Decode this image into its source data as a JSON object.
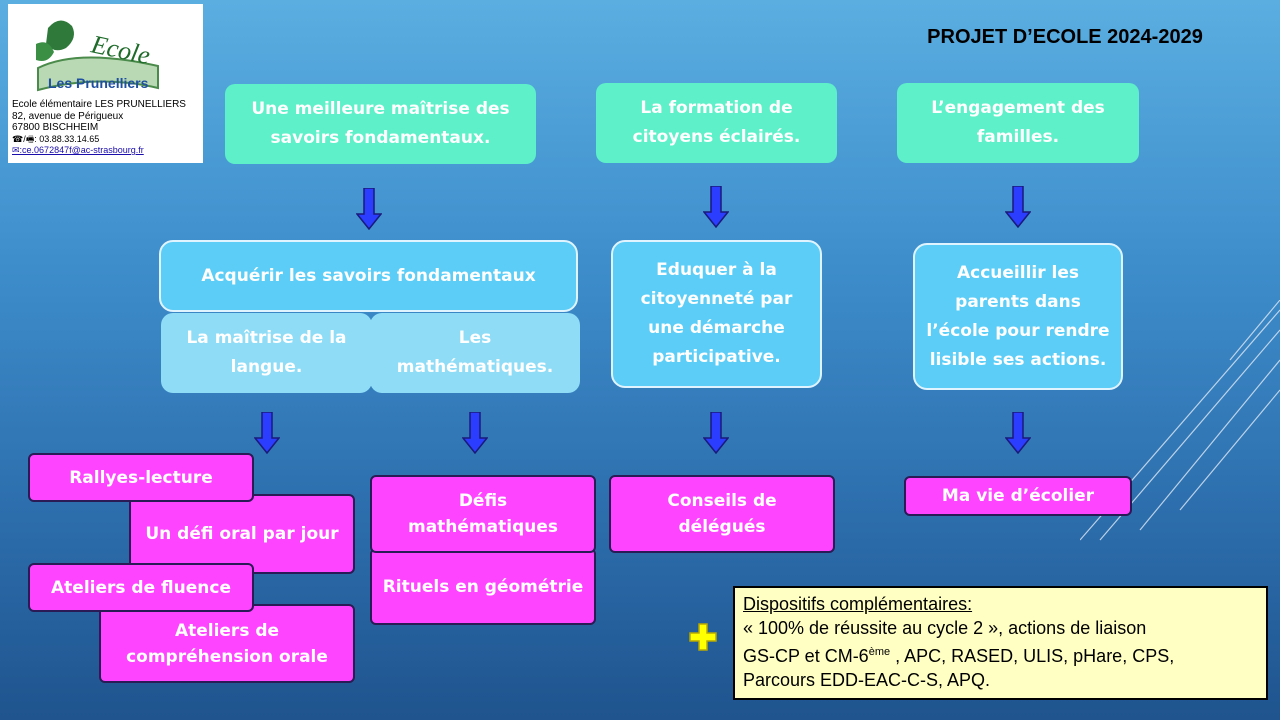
{
  "school": {
    "logo_word_top": "Ecole",
    "logo_word_bottom": "Les Prunelliers",
    "name": "Ecole élémentaire LES PRUNELLIERS",
    "address": "82, avenue de Périgueux",
    "city": "67800 BISCHHEIM",
    "phone": "☎/🖷: 03.88.33.14.65",
    "email": "✉:ce.0672847f@ac-strasbourg.fr"
  },
  "title": "PROJET D’ECOLE 2024-2029",
  "axes": [
    {
      "label": "Une meilleure maîtrise des savoirs fondamentaux."
    },
    {
      "label": "La formation de citoyens éclairés."
    },
    {
      "label": "L’engagement des familles."
    }
  ],
  "objectives": {
    "savoirs": "Acquérir les savoirs fondamentaux",
    "langue": "La maîtrise de la langue.",
    "maths": "Les mathématiques.",
    "citoyen": "Eduquer à la citoyenneté par une démarche participative.",
    "parents": "Accueillir les parents dans l’école pour rendre lisible ses actions."
  },
  "actions": {
    "rallyes": "Rallyes-lecture",
    "defi_oral": "Un défi oral par jour",
    "fluence": "Ateliers de fluence",
    "comprehension": "Ateliers de compréhension orale",
    "defis_maths": "Défis mathématiques",
    "rituels": "Rituels en géométrie",
    "conseils": "Conseils de délégués",
    "vie_ecolier": "Ma vie d’écolier"
  },
  "dispositifs": {
    "heading": "Dispositifs complémentaires:",
    "line1": "« 100% de réussite au cycle 2 », actions de liaison",
    "line2_a": "GS-CP et CM-6",
    "line2_sup": "ème",
    "line2_b": " , APC, RASED, ULIS, pHare, CPS,",
    "line3": "Parcours EDD-EAC-C-S, APQ."
  },
  "colors": {
    "axis_box": "#5ef0c8",
    "objective_box": "#5bcdf7",
    "action_box": "#ff44ff",
    "arrow": "#2b3dff",
    "plus": "#ffff00"
  }
}
